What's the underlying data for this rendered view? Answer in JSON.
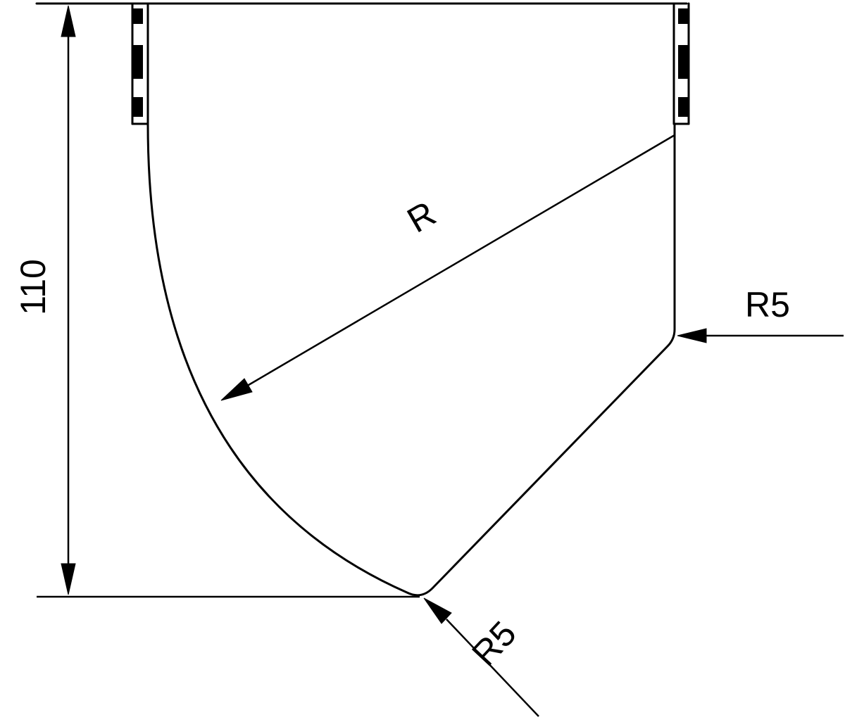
{
  "labels": {
    "height_dimension": "110",
    "radius_main": "R",
    "radius_corner_right": "R5",
    "radius_corner_bottom": "R5"
  },
  "colors": {
    "line": "#000000",
    "background": "#ffffff"
  }
}
